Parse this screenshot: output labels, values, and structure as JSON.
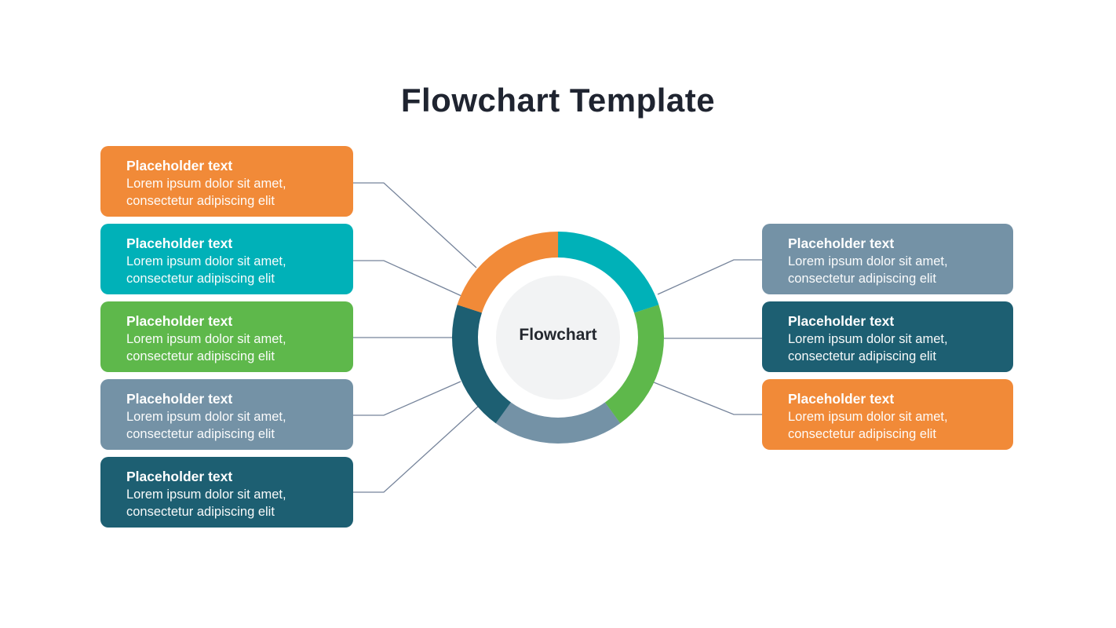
{
  "title": "Flowchart Template",
  "center_label": "Flowchart",
  "palette": {
    "orange": "#F18A38",
    "teal": "#00B1B8",
    "green": "#5EB84B",
    "slate": "#7492A6",
    "darkteal": "#1D5F72",
    "connector": "#76849B",
    "inner_circle": "#F2F3F4",
    "title_color": "#1F2430",
    "center_label_color": "#24282F",
    "box_text": "#FFFFFF"
  },
  "left_boxes": [
    {
      "title": "Placeholder text",
      "body": "Lorem ipsum dolor sit amet,\nconsectetur adipiscing elit",
      "bg": "#F18A38"
    },
    {
      "title": "Placeholder text",
      "body": "Lorem ipsum dolor sit amet,\nconsectetur adipiscing elit",
      "bg": "#00B1B8"
    },
    {
      "title": "Placeholder text",
      "body": "Lorem ipsum dolor sit amet,\nconsectetur adipiscing elit",
      "bg": "#5EB84B"
    },
    {
      "title": "Placeholder text",
      "body": "Lorem ipsum dolor sit amet,\nconsectetur adipiscing elit",
      "bg": "#7492A6"
    },
    {
      "title": "Placeholder text",
      "body": "Lorem ipsum dolor sit amet,\nconsectetur adipiscing elit",
      "bg": "#1D5F72"
    }
  ],
  "right_boxes": [
    {
      "title": "Placeholder text",
      "body": "Lorem ipsum dolor sit amet,\nconsectetur adipiscing elit",
      "bg": "#7492A6"
    },
    {
      "title": "Placeholder text",
      "body": "Lorem ipsum dolor sit amet,\nconsectetur adipiscing elit",
      "bg": "#1D5F72"
    },
    {
      "title": "Placeholder text",
      "body": "Lorem ipsum dolor sit amet,\nconsectetur adipiscing elit",
      "bg": "#F18A38"
    }
  ],
  "ring": {
    "segments_clockwise_from_top": [
      {
        "name": "teal",
        "color": "#00B1B8"
      },
      {
        "name": "green",
        "color": "#5EB84B"
      },
      {
        "name": "slate",
        "color": "#7492A6"
      },
      {
        "name": "darkteal",
        "color": "#1D5F72"
      },
      {
        "name": "orange",
        "color": "#F18A38"
      }
    ]
  }
}
